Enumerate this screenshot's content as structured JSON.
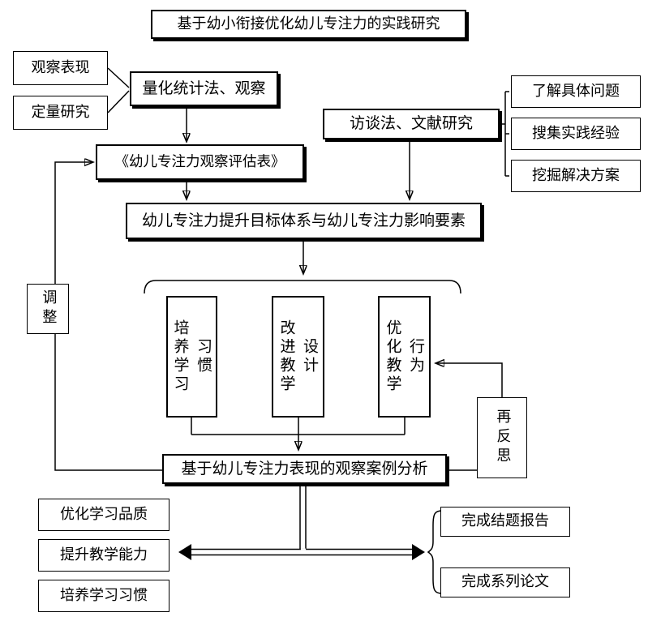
{
  "colors": {
    "line": "#000000",
    "box_background": "#ffffff",
    "text": "#000000"
  },
  "title": {
    "label": "基于幼小衔接优化幼儿专注力的实践研究"
  },
  "quant": {
    "inputs": [
      {
        "label": "观察表现"
      },
      {
        "label": "定量研究"
      }
    ],
    "method": {
      "label": "量化统计法、观察"
    }
  },
  "qual": {
    "method": {
      "label": "访谈法、文献研究"
    },
    "outputs": [
      {
        "label": "了解具体问题"
      },
      {
        "label": "搜集实践经验"
      },
      {
        "label": "挖掘解决方案"
      }
    ]
  },
  "assessment": {
    "label": "《幼儿专注力观察评估表》"
  },
  "framework": {
    "label": "幼儿专注力提升目标体系与幼儿专注力影响要素"
  },
  "adjust": {
    "label": "调整"
  },
  "strategies": [
    {
      "label": "培养学习习惯"
    },
    {
      "label": "改进教学设计"
    },
    {
      "label": "优化教学行为"
    }
  ],
  "reflect": {
    "label": "再反思"
  },
  "analysis": {
    "label": "基于幼儿专注力表现的观察案例分析"
  },
  "outcomes": {
    "practice": [
      {
        "label": "优化学习品质"
      },
      {
        "label": "提升教学能力"
      },
      {
        "label": "培养学习习惯"
      }
    ],
    "research": [
      {
        "label": "完成结题报告"
      },
      {
        "label": "完成系列论文"
      }
    ]
  }
}
